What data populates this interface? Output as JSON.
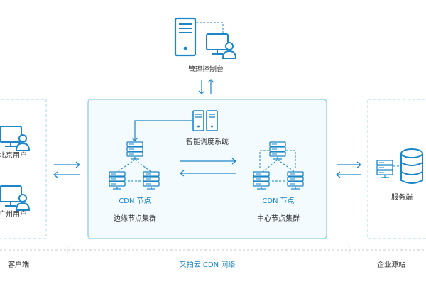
{
  "colors": {
    "accent": "#1c86c8",
    "panel_bg": "#f3fbff",
    "panel_border": "#9fd3ec",
    "dashed": "#b9dfef",
    "text": "#333333"
  },
  "labels": {
    "management": "管理控制台",
    "scheduler": "智能调度系统",
    "beijing_user": "北京用户",
    "guangzhou_user": "广州用户",
    "cdn_node": "CDN 节点",
    "edge_cluster": "边缘节点集群",
    "center_cluster": "中心节点集群",
    "server": "服务端"
  },
  "footer": {
    "client": "客户端",
    "network": "又拍云 CDN 网络",
    "origin": "企业源站"
  },
  "icons": [
    "desktop-user-icon",
    "server-tower-icon",
    "server-box-icon",
    "database-icon",
    "arrow-icon"
  ]
}
